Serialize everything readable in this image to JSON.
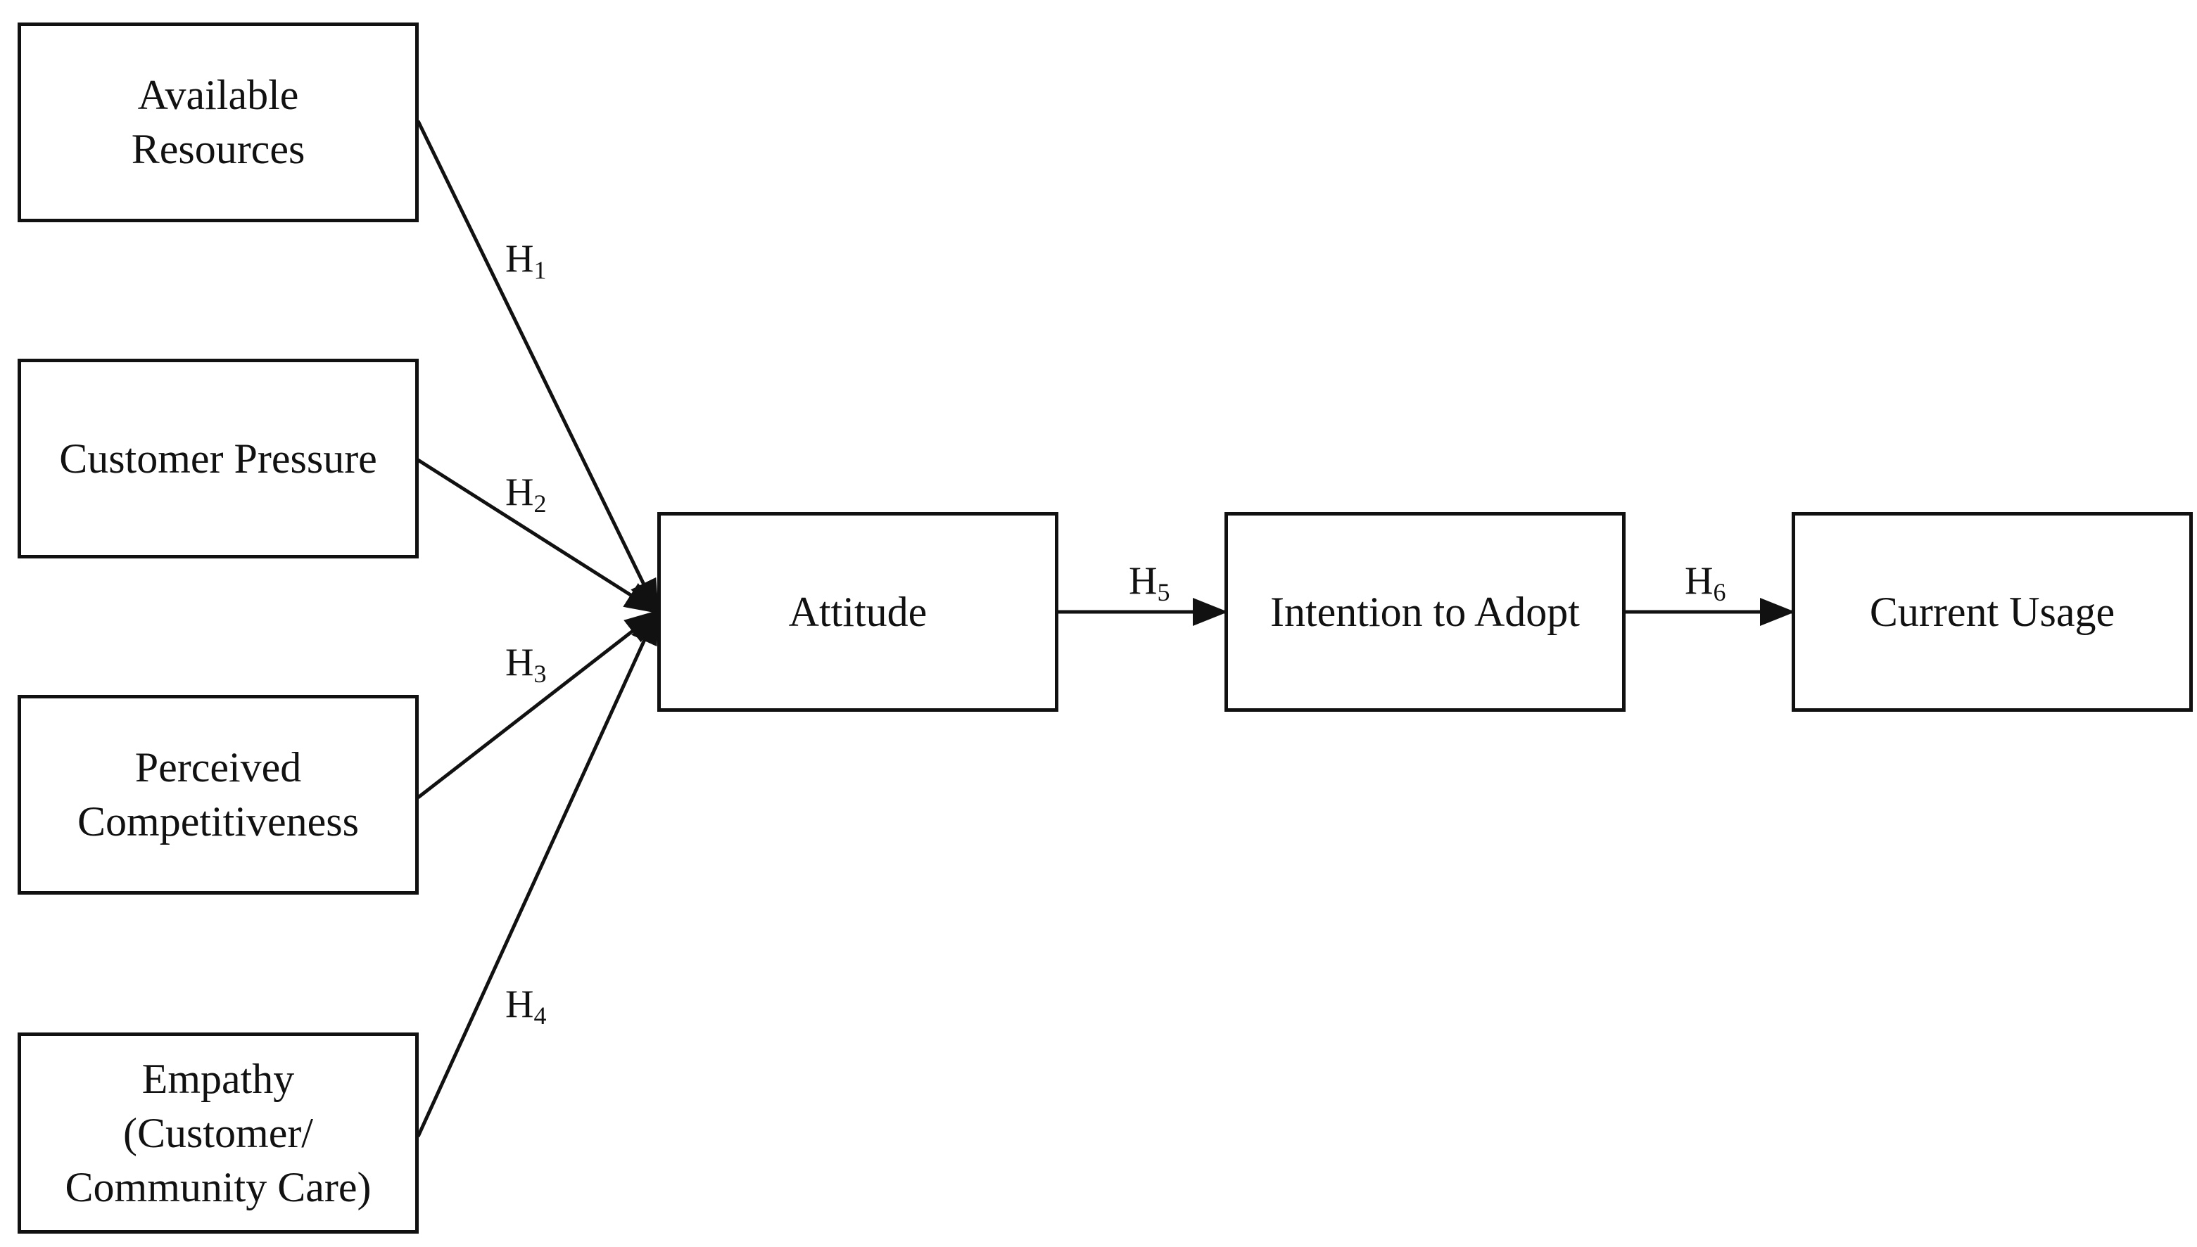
{
  "constructs": {
    "available_resources": "Available\nResources",
    "customer_pressure": "Customer Pressure",
    "perceived_competitiveness": "Perceived\nCompetitiveness",
    "empathy": "Empathy\n(Customer/\nCommunity Care)",
    "attitude": "Attitude",
    "intention": "Intention to Adopt",
    "current_usage": "Current Usage"
  },
  "hypotheses": {
    "h1": {
      "letter": "H",
      "number": "1"
    },
    "h2": {
      "letter": "H",
      "number": "2"
    },
    "h3": {
      "letter": "H",
      "number": "3"
    },
    "h4": {
      "letter": "H",
      "number": "4"
    },
    "h5": {
      "letter": "H",
      "number": "5"
    },
    "h6": {
      "letter": "H",
      "number": "6"
    }
  },
  "colors": {
    "stroke": "#111111",
    "background": "#ffffff"
  }
}
